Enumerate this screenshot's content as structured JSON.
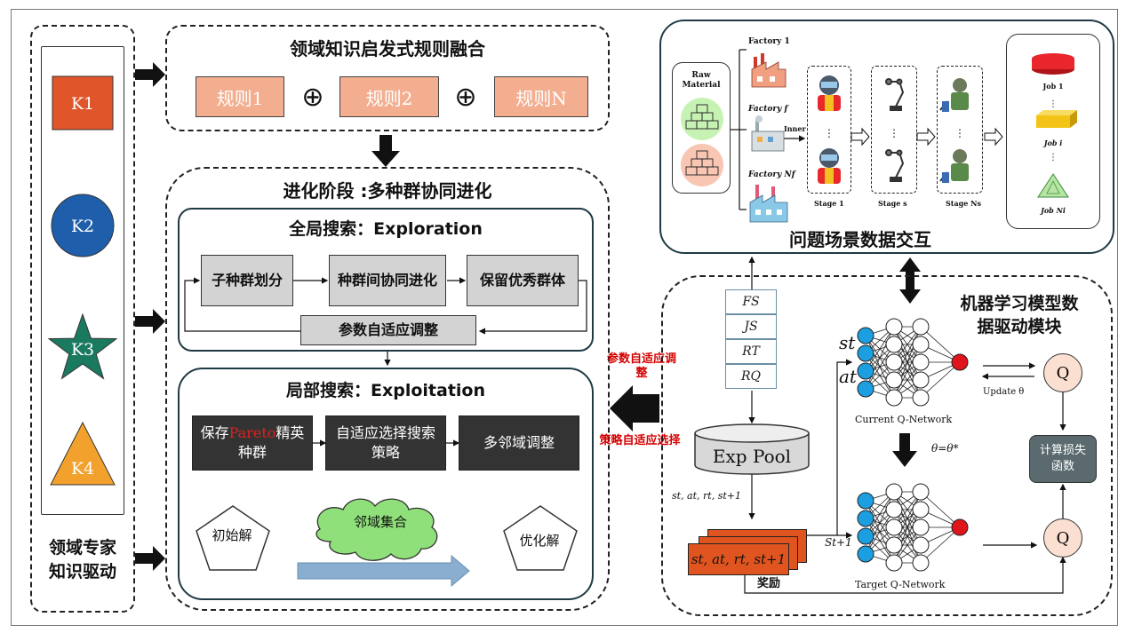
{
  "expert": {
    "caption_line1": "领域专家",
    "caption_line2": "知识驱动",
    "shapes": [
      {
        "label": "K1",
        "shape": "square",
        "color": "#e0552a"
      },
      {
        "label": "K2",
        "shape": "circle",
        "color": "#1e5eaa"
      },
      {
        "label": "K3",
        "shape": "star",
        "color": "#1a7a60"
      },
      {
        "label": "K4",
        "shape": "triangle",
        "color": "#f2a12c"
      }
    ]
  },
  "heuristic": {
    "title": "领域知识启发式规则融合",
    "rules": [
      "规则1",
      "规则2",
      "规则N"
    ],
    "operator": "⊕"
  },
  "evolution": {
    "title": "进化阶段 :多种群协同进化",
    "global": {
      "title": "全局搜索：Exploration",
      "steps": [
        "子种群划分",
        "种群间协同进化",
        "保留优秀群体"
      ],
      "feedback": "参数自适应调整"
    },
    "local": {
      "title": "局部搜索：Exploitation",
      "step1_prefix": "保存",
      "step1_highlight": "Pareto",
      "step1_suffix": "精英种群",
      "step2": "自适应选择搜索策略",
      "step3": "多邻域调整",
      "init": "初始解",
      "neighborhood": "邻域集合",
      "optimized": "优化解"
    }
  },
  "interaction": {
    "param_label": "参数自适应调整",
    "strategy_label": "策略自适应选择"
  },
  "scenario": {
    "title": "问题场景数据交互",
    "raw_material_line1": "Raw",
    "raw_material_line2": "Material",
    "factories": [
      "Factory 1",
      "Factory f",
      "Factory Nf"
    ],
    "inner": "Inner",
    "stages": [
      "Stage 1",
      "Stage s",
      "Stage Ns"
    ],
    "jobs": [
      "Job 1",
      "Job i",
      "Job Ni"
    ],
    "ellipsis": "⋮",
    "colors": {
      "job1": "#e8262b",
      "jobi": "#f3c417",
      "jobN": "#b7e6a4"
    }
  },
  "ml": {
    "title_line1": "机器学习模型数",
    "title_line2": "据驱动模块",
    "states": [
      "FS",
      "JS",
      "RT",
      "RQ"
    ],
    "exp_pool": "Exp Pool",
    "transition": "st, at, rt, st+1",
    "batch": "st, at, rt, st+1",
    "reward": "奖励",
    "st_label": "st",
    "at_label": "at",
    "st1_label": "St+1",
    "current_net": "Current Q-Network",
    "target_net": "Target Q-Network",
    "update": "Update θ",
    "theta": "θ=θ*",
    "q": "Q",
    "loss": "计算损失函数",
    "colors": {
      "input": "#1b9fe0",
      "output": "#e0151c",
      "hidden": "#ffffff",
      "q_fill": "#fbe0d2",
      "loss_fill": "#5a6a6e"
    }
  }
}
